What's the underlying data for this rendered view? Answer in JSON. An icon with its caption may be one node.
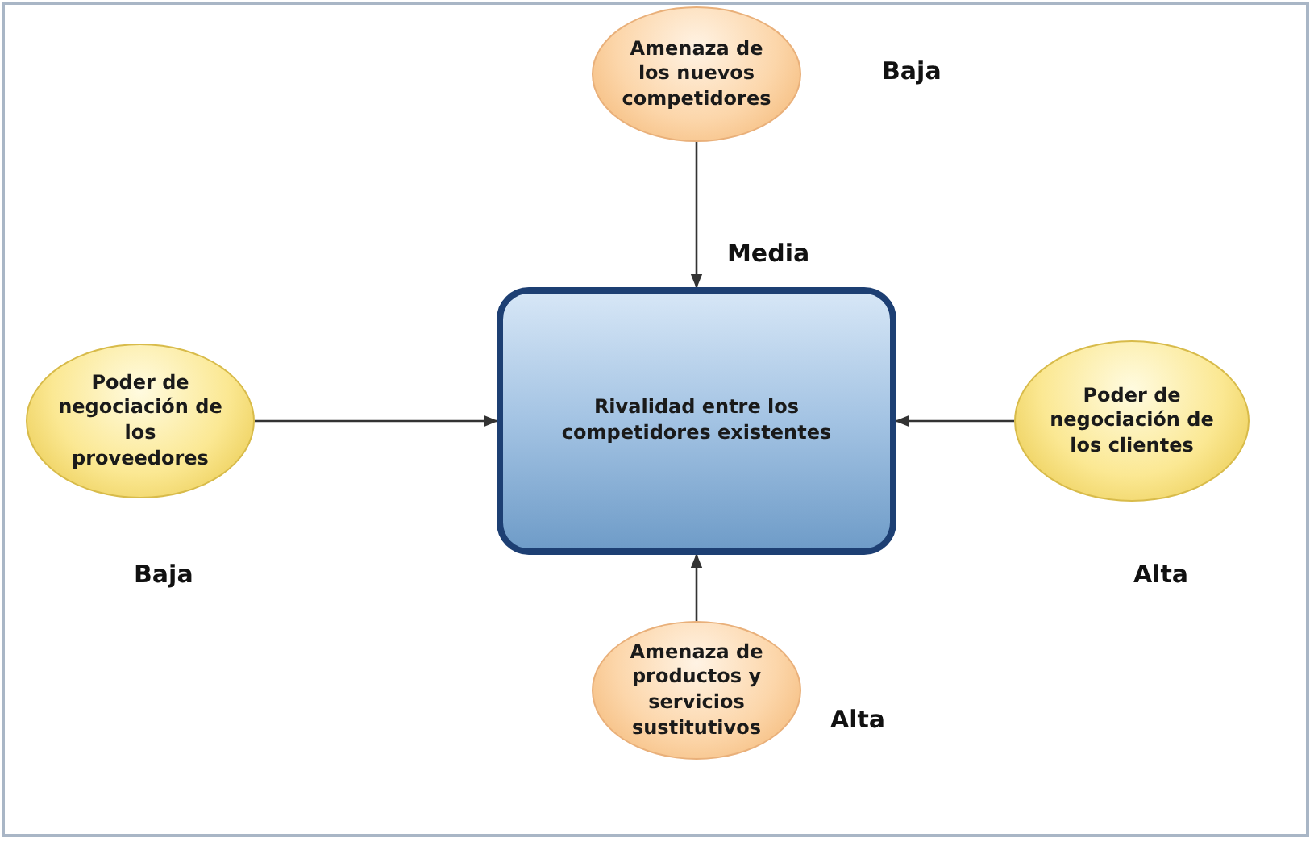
{
  "diagram": {
    "nodes": [
      {
        "text": [
          "Amenaza de los nuevos competidores"
        ],
        "beside": [
          "Baja"
        ]
      },
      {
        "text": [
          "Poder de negociación de los proveedores"
        ],
        "beside": [
          "Baja"
        ]
      },
      {
        "text": [
          "Rivalidad entre los competidores existentes"
        ]
      },
      {
        "text": [
          "Poder de negociación de los clientes"
        ],
        "beside": [
          "Alta"
        ]
      },
      {
        "text": [
          "Amenaza de productos y servicios sustitutivos"
        ],
        "beside": [
          "Alta"
        ]
      }
    ],
    "edges": [
      {
        "from": 0,
        "to": 2,
        "arrow": "to",
        "label": "Media"
      },
      {
        "from": 1,
        "to": 2,
        "arrow": "to"
      },
      {
        "from": 3,
        "to": 2,
        "arrow": "to"
      },
      {
        "from": 4,
        "to": 2,
        "arrow": "to"
      }
    ]
  }
}
